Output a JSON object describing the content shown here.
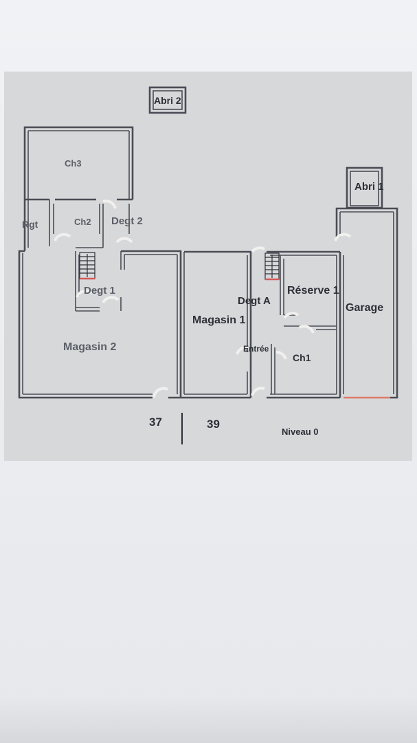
{
  "plan": {
    "level_label": "Niveau 0",
    "house_numbers": {
      "left": "37",
      "right": "39"
    },
    "rooms": {
      "abri2": "Abri 2",
      "abri1": "Abri 1",
      "ch3": "Ch3",
      "rgt": "Rgt",
      "ch2": "Ch2",
      "degt2": "Degt 2",
      "degt1": "Degt 1",
      "magasin2": "Magasin 2",
      "magasin1": "Magasin 1",
      "degta": "Degt A",
      "entree": "Entrée",
      "reserve1": "Réserve 1",
      "ch1": "Ch1",
      "garage": "Garage"
    },
    "colors": {
      "wall": "#4a4d55",
      "background": "#d7d8da",
      "door_opening": "#f1f0ee",
      "garage_door": "#e07a6a",
      "stair_marker": "#d25a5a"
    }
  }
}
